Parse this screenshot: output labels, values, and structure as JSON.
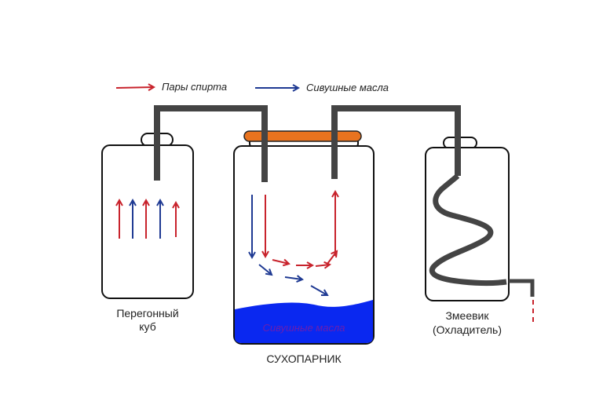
{
  "legend": {
    "items": [
      {
        "label": "Пары спирта",
        "color": "#c8232c"
      },
      {
        "label": "Сивушные масла",
        "color": "#1f3a93"
      }
    ]
  },
  "vessels": {
    "still": {
      "label_line1": "Перегонный",
      "label_line2": "куб"
    },
    "dry_steamer": {
      "label": "СУХОПАРНИК",
      "liquid_label": "Сивушные масла",
      "liquid_color": "#0a28f0",
      "lid_color": "#e8731f"
    },
    "condenser": {
      "label_line1": "Змеевик",
      "label_line2": "(Охладитель)"
    }
  },
  "colors": {
    "pipe": "#444444",
    "vapor": "#c8232c",
    "fusel": "#1f3a93"
  }
}
